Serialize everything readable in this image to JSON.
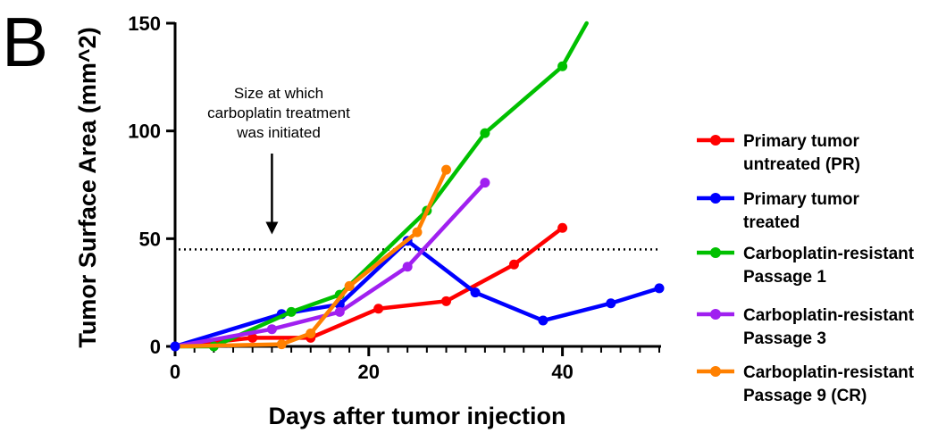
{
  "panel_label": "B",
  "chart_data": {
    "type": "line",
    "xlabel": "Days after tumor injection",
    "ylabel": "Tumor Surface Area (mm^2)",
    "xlim": [
      0,
      50
    ],
    "ylim": [
      0,
      150
    ],
    "x_ticks": [
      0,
      20,
      40
    ],
    "y_ticks": [
      0,
      50,
      100,
      150
    ],
    "x_minor_step": 2,
    "grid": false,
    "legend_position": "right",
    "reference_line": {
      "y": 45,
      "style": "dotted"
    },
    "annotation": {
      "lines": [
        "Size at which",
        "carboplatin treatment",
        "was initiated"
      ],
      "arrow_x": 10,
      "arrow_tip_y": 52
    },
    "series": [
      {
        "name_lines": [
          "Primary tumor",
          "untreated (PR)"
        ],
        "color": "#ff0000",
        "x": [
          0,
          8,
          14,
          21,
          28,
          35,
          40
        ],
        "y": [
          0,
          4,
          4,
          17.5,
          21,
          38,
          55
        ]
      },
      {
        "name_lines": [
          "Primary tumor",
          "treated"
        ],
        "color": "#0000ff",
        "x": [
          0,
          11,
          17,
          24,
          31,
          38,
          45,
          50
        ],
        "y": [
          0,
          15,
          19.5,
          49,
          25,
          12,
          20,
          27
        ]
      },
      {
        "name_lines": [
          "Carboplatin-resistant",
          "Passage 1"
        ],
        "color": "#00c000",
        "x": [
          0,
          4,
          12,
          17,
          26,
          32,
          40,
          42.5
        ],
        "y": [
          0,
          0,
          16,
          24,
          63,
          99,
          130,
          150
        ]
      },
      {
        "name_lines": [
          "Carboplatin-resistant",
          "Passage 3"
        ],
        "color": "#a020f0",
        "x": [
          0,
          10,
          17,
          24,
          32
        ],
        "y": [
          0,
          8,
          16,
          37,
          76
        ]
      },
      {
        "name_lines": [
          "Carboplatin-resistant",
          "Passage 9 (CR)"
        ],
        "color": "#ff8000",
        "x": [
          0,
          11,
          14,
          18,
          25,
          28
        ],
        "y": [
          0,
          1,
          6,
          28,
          53,
          82
        ]
      }
    ]
  }
}
